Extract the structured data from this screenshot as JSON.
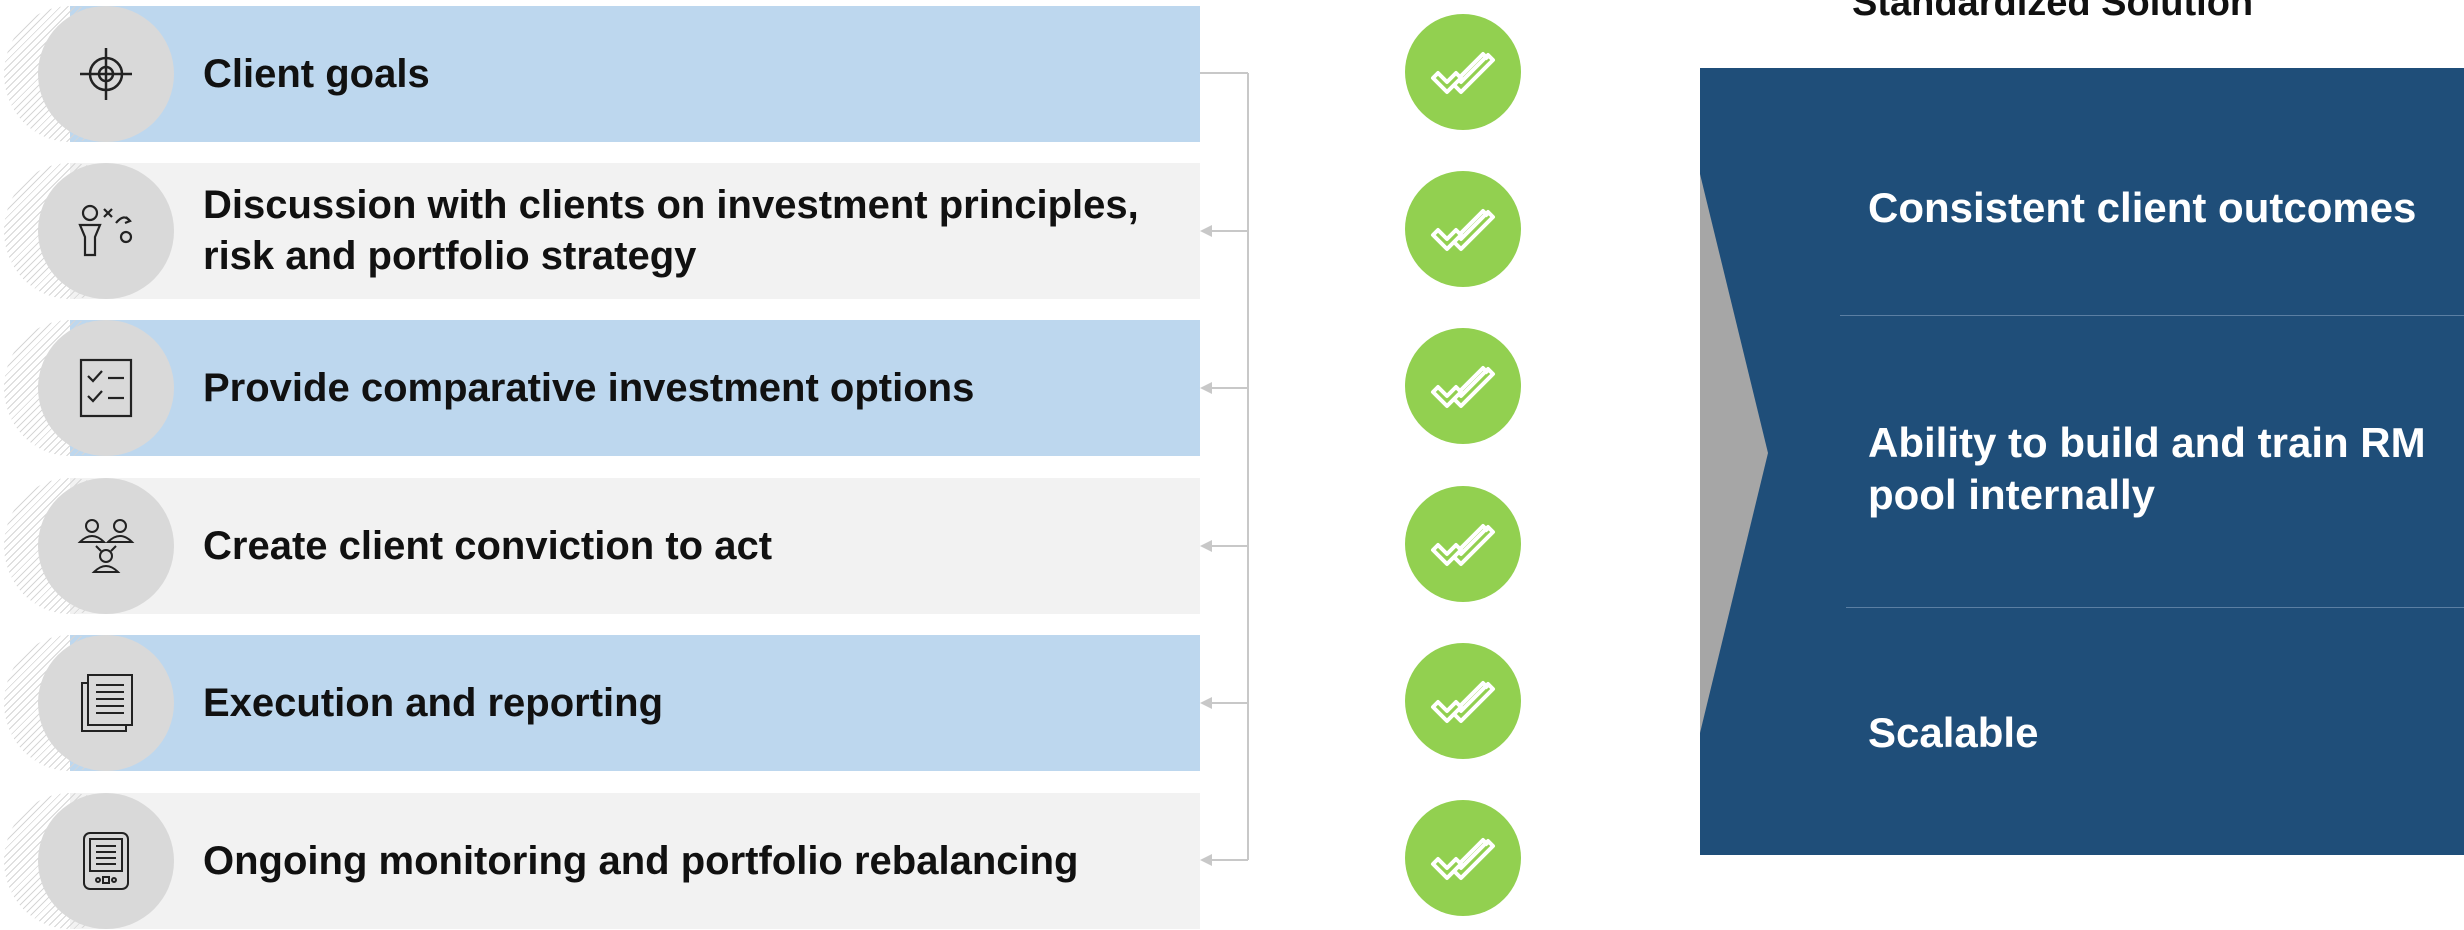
{
  "steps": [
    {
      "label": "Client goals",
      "icon": "target-icon",
      "style": "blue"
    },
    {
      "label": "Discussion with clients on investment principles, risk and portfolio strategy",
      "icon": "strategy-icon",
      "style": "gray"
    },
    {
      "label": "Provide comparative investment options",
      "icon": "checklist-icon",
      "style": "blue"
    },
    {
      "label": "Create client conviction to act",
      "icon": "people-icon",
      "style": "gray"
    },
    {
      "label": "Execution and reporting",
      "icon": "document-icon",
      "style": "blue"
    },
    {
      "label": "Ongoing monitoring and portfolio rebalancing",
      "icon": "tablet-icon",
      "style": "gray"
    }
  ],
  "check_icon": "double-check-icon",
  "solution": {
    "title": "Standardized Solution",
    "items": [
      "Consistent client outcomes",
      "Ability to build and train RM pool internally",
      "Scalable"
    ]
  },
  "colors": {
    "blue_bar": "#bdd7ee",
    "gray_bar": "#f2f2f2",
    "icon_disc": "#d9d9d9",
    "check": "#92d050",
    "solution_box": "#1f4e79",
    "solution_arrow": "#a6a6a6"
  }
}
